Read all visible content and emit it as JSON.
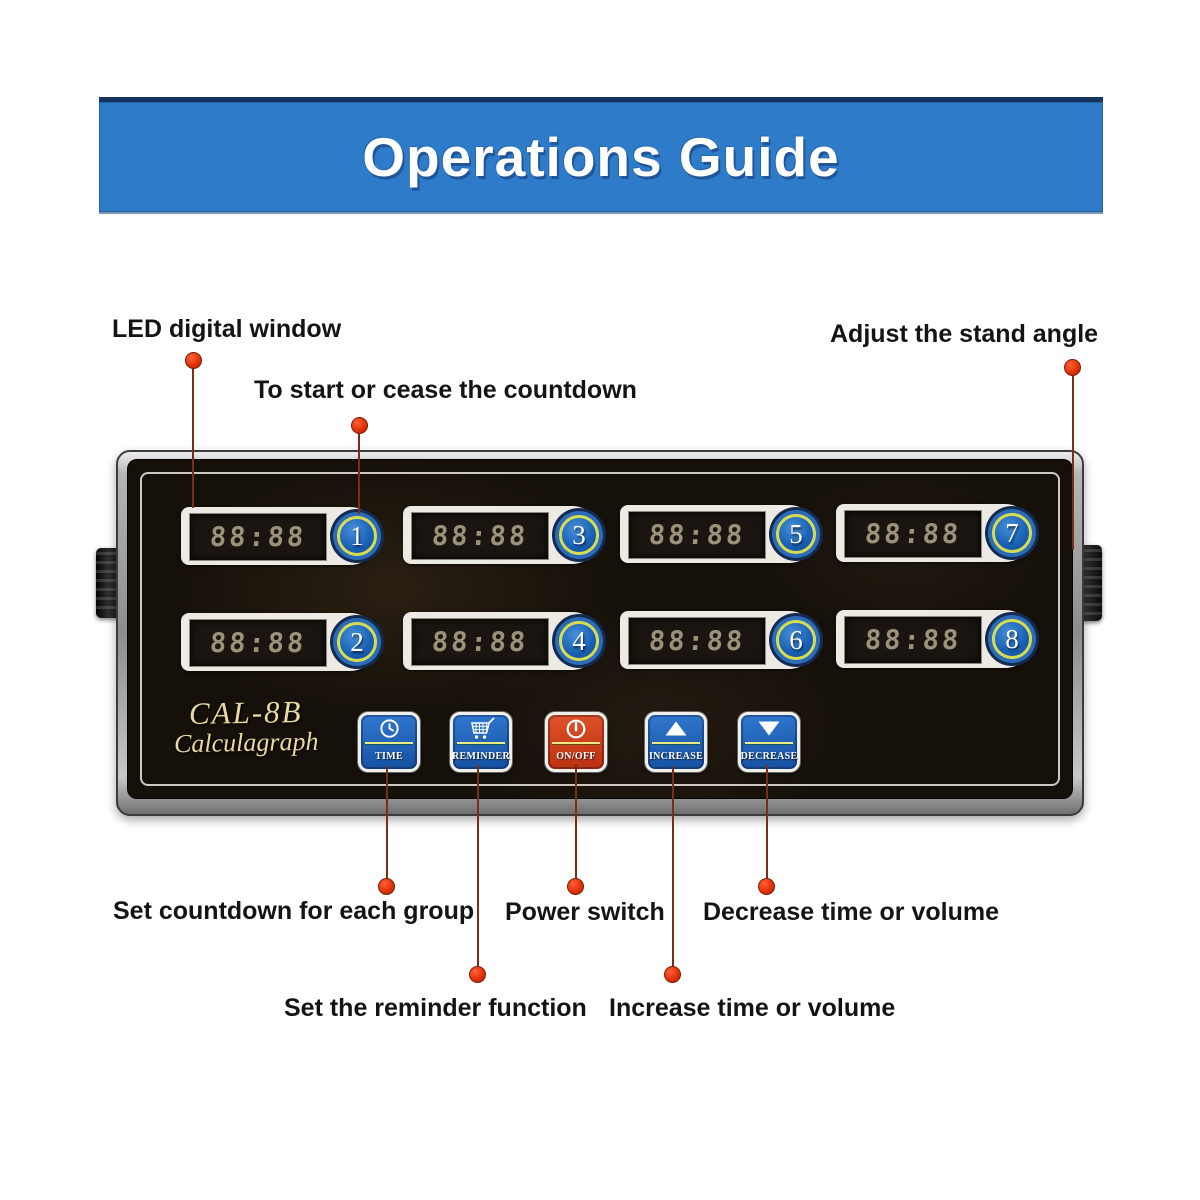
{
  "banner": {
    "title": "Operations Guide",
    "bg_color": "#2e7bc9",
    "top_border_color": "#16345e"
  },
  "annotations": {
    "led_window": "LED digital window",
    "start_cease": "To start or cease the countdown",
    "stand_angle": "Adjust the stand angle",
    "set_countdown": "Set countdown for each group",
    "power_switch": "Power switch",
    "decrease": "Decrease time or volume",
    "reminder": "Set the reminder function",
    "increase": "Increase time or volume",
    "dot_color": "#e23209",
    "line_color": "#7c2d15"
  },
  "device": {
    "brand_line1": "CAL-8B",
    "brand_line2": "Calculagraph",
    "brand_color": "#ead9a0",
    "channel_ring_color": "#d6dc52",
    "channel_blue": "#1a63b8",
    "displays": [
      {
        "number": "1",
        "value": "88:88"
      },
      {
        "number": "3",
        "value": "88:88"
      },
      {
        "number": "5",
        "value": "88:88"
      },
      {
        "number": "7",
        "value": "88:88"
      },
      {
        "number": "2",
        "value": "88:88"
      },
      {
        "number": "4",
        "value": "88:88"
      },
      {
        "number": "6",
        "value": "88:88"
      },
      {
        "number": "8",
        "value": "88:88"
      }
    ],
    "buttons": [
      {
        "label": "TIME",
        "icon": "clock-icon",
        "color": "#1d5cab"
      },
      {
        "label": "REMINDER",
        "icon": "cart-icon",
        "color": "#1d5cab"
      },
      {
        "label": "ON/OFF",
        "icon": "power-icon",
        "color": "#cc3a14"
      },
      {
        "label": "INCREASE",
        "icon": "triangle-up-icon",
        "color": "#1d5cab"
      },
      {
        "label": "DECREASE",
        "icon": "triangle-down-icon",
        "color": "#1d5cab"
      }
    ]
  }
}
